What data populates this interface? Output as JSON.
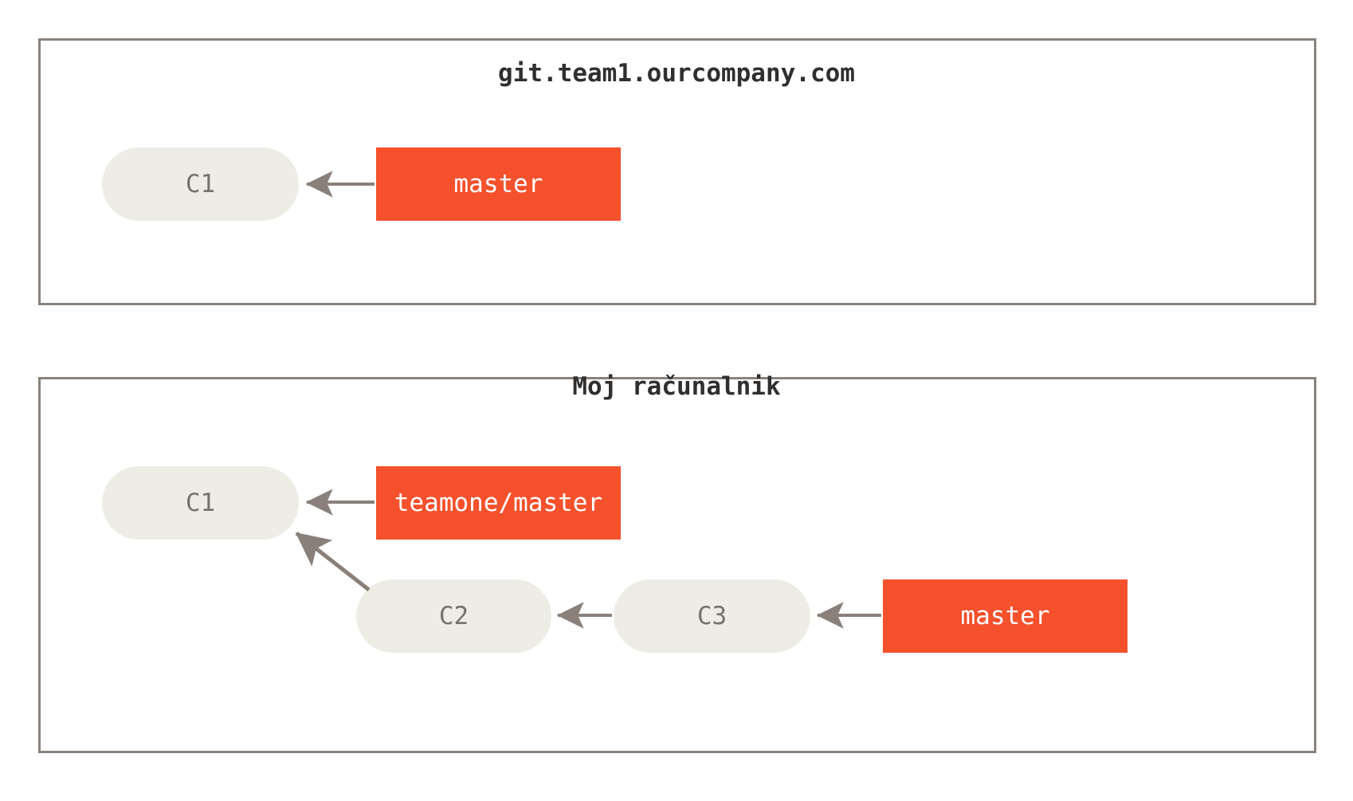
{
  "figure": {
    "kind": "git-branching-diagram",
    "colors": {
      "panel_border": "#8a827c",
      "commit_fill": "#edede6",
      "commit_text": "#74726d",
      "branch_fill": "#f4512c",
      "branch_text": "#ffffff",
      "arrow": "#8a8079",
      "title_text": "#2f2f2f",
      "background": "#ffffff"
    }
  },
  "panels": [
    {
      "id": "remote",
      "title": "git.team1.ourcompany.com",
      "commits": [
        {
          "id": "c1",
          "label": "C1"
        }
      ],
      "refs": [
        {
          "id": "master",
          "label": "master",
          "points_to": "C1"
        }
      ]
    },
    {
      "id": "local",
      "title": "Moj računalnik",
      "commits": [
        {
          "id": "c1",
          "label": "C1"
        },
        {
          "id": "c2",
          "label": "C2"
        },
        {
          "id": "c3",
          "label": "C3"
        }
      ],
      "refs": [
        {
          "id": "teamone-master",
          "label": "teamone/master",
          "points_to": "C1"
        },
        {
          "id": "master",
          "label": "master",
          "points_to": "C3"
        }
      ],
      "edges": [
        {
          "from": "C2",
          "to": "C1"
        },
        {
          "from": "C3",
          "to": "C2"
        }
      ]
    }
  ]
}
